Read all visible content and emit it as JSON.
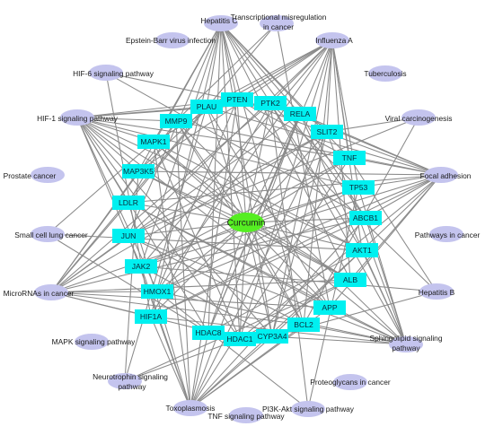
{
  "network": {
    "drug": "Curcumin",
    "targets": [
      "PTEN",
      "PLAU",
      "PTK2",
      "MMP9",
      "RELA",
      "SLIT2",
      "MAPK1",
      "TNF",
      "MAP3K5",
      "TP53",
      "LDLR",
      "ABCB1",
      "JUN",
      "AKT1",
      "JAK2",
      "ALB",
      "HMOX1",
      "APP",
      "HIF1A",
      "BCL2",
      "HDAC8",
      "CYP3A4",
      "HDAC1"
    ],
    "pathways": [
      "Hepatitis C",
      "Transcriptional misregulation in cancer",
      "Epstein-Barr virus infection",
      "Influenza A",
      "HIF-6 signaling pathway",
      "Tuberculosis",
      "HIF-1 signaling pathway",
      "Viral carcinogenesis",
      "Prostate cancer",
      "Focal adhesion",
      "Small cell lung cancer",
      "Pathways in cancer",
      "MicroRNAs in cancer",
      "Hepatitis B",
      "MAPK signaling pathway",
      "Sphingolipid signaling pathway",
      "Neurotrophin signaling pathway",
      "Proteoglycans in cancer",
      "Toxoplasmosis",
      "PI3K-Akt signaling pathway",
      "TNF signaling pathway"
    ],
    "colors": {
      "pathway": "#c4c4ee",
      "target": "#00f0f0",
      "drug": "#55ee22",
      "edge": "#8a8a8a"
    }
  }
}
